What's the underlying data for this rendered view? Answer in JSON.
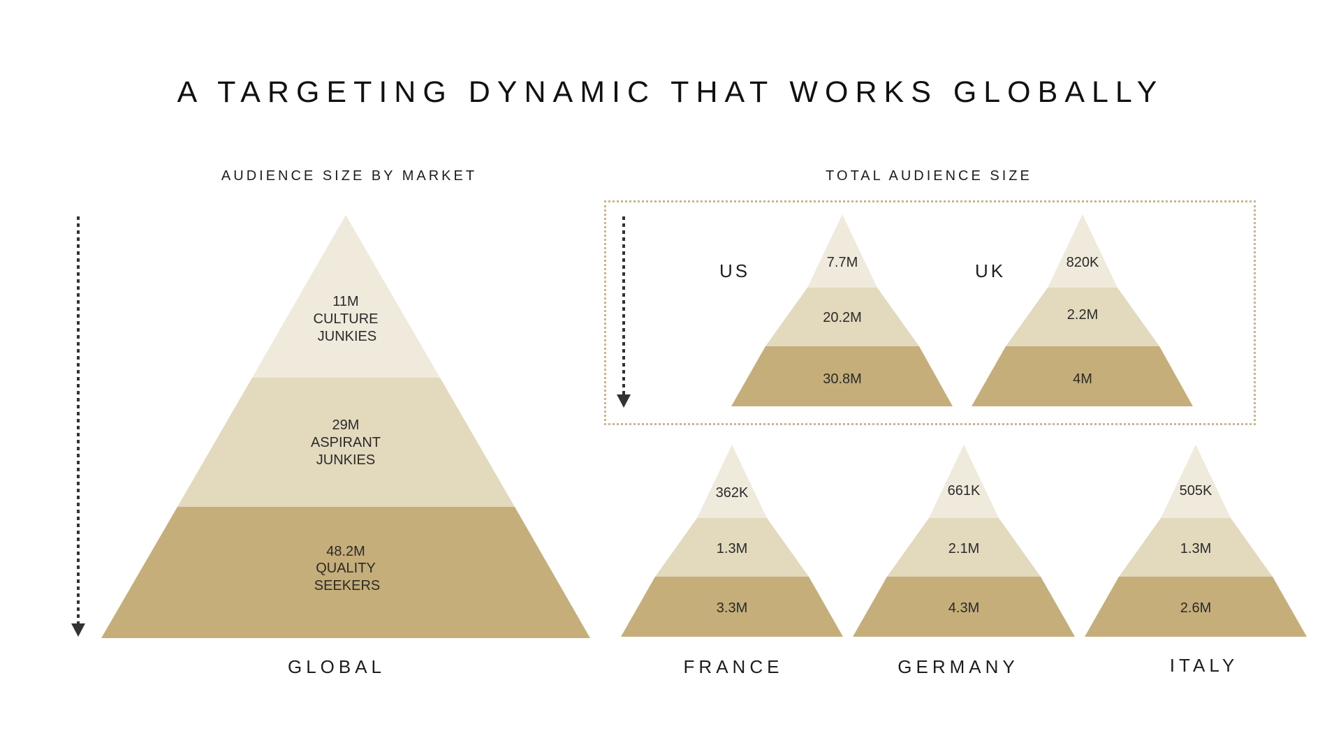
{
  "title": "A TARGETING DYNAMIC THAT WORKS GLOBALLY",
  "left_subtitle": "AUDIENCE SIZE BY MARKET",
  "right_subtitle": "TOTAL AUDIENCE SIZE",
  "colors": {
    "top_tier": "#f0eadc",
    "mid_tier": "#e3d9bd",
    "bottom_tier": "#c5ae79",
    "arrow": "#333333",
    "box_border": "#c9b58c"
  },
  "global": {
    "label": "GLOBAL",
    "tiers": [
      {
        "lines": [
          "11M",
          "CULTURE",
          "JUNKIES"
        ]
      },
      {
        "lines": [
          "29M",
          "ASPIRANT",
          "JUNKIES"
        ]
      },
      {
        "lines": [
          "48.2M",
          "QUALITY",
          "SEEKERS"
        ]
      }
    ]
  },
  "markets": [
    {
      "key": "us",
      "label": "US",
      "tiers": [
        "7.7M",
        "20.2M",
        "30.8M"
      ]
    },
    {
      "key": "uk",
      "label": "UK",
      "tiers": [
        "820K",
        "2.2M",
        "4M"
      ]
    },
    {
      "key": "france",
      "label": "FRANCE",
      "tiers": [
        "362K",
        "1.3M",
        "3.3M"
      ]
    },
    {
      "key": "germany",
      "label": "GERMANY",
      "tiers": [
        "661K",
        "2.1M",
        "4.3M"
      ]
    },
    {
      "key": "italy",
      "label": "ITALY",
      "tiers": [
        "505K",
        "1.3M",
        "2.6M"
      ]
    }
  ]
}
